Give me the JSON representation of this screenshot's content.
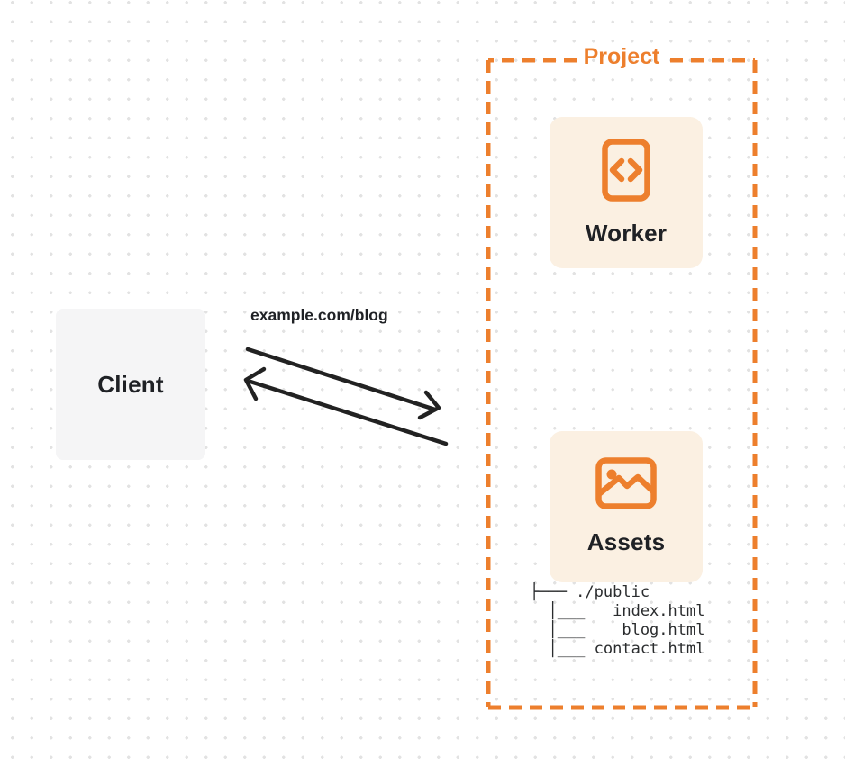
{
  "colors": {
    "accent": "#ED7F2D",
    "card_bg": "#FBF0E2",
    "client_bg": "#F5F5F6",
    "ink": "#1F2125",
    "tree_ink": "#2A2C2E",
    "dot": "#E2E2E2",
    "arrow_ink": "#222222"
  },
  "client": {
    "label": "Client"
  },
  "request": {
    "url_label": "example.com/blog"
  },
  "project": {
    "label": "Project",
    "worker": {
      "label": "Worker",
      "icon": "code-file-icon"
    },
    "assets": {
      "label": "Assets",
      "icon": "image-icon",
      "file_tree": "├─── ./public\n  │___   index.html\n  │___    blog.html\n  │___ contact.html"
    }
  }
}
